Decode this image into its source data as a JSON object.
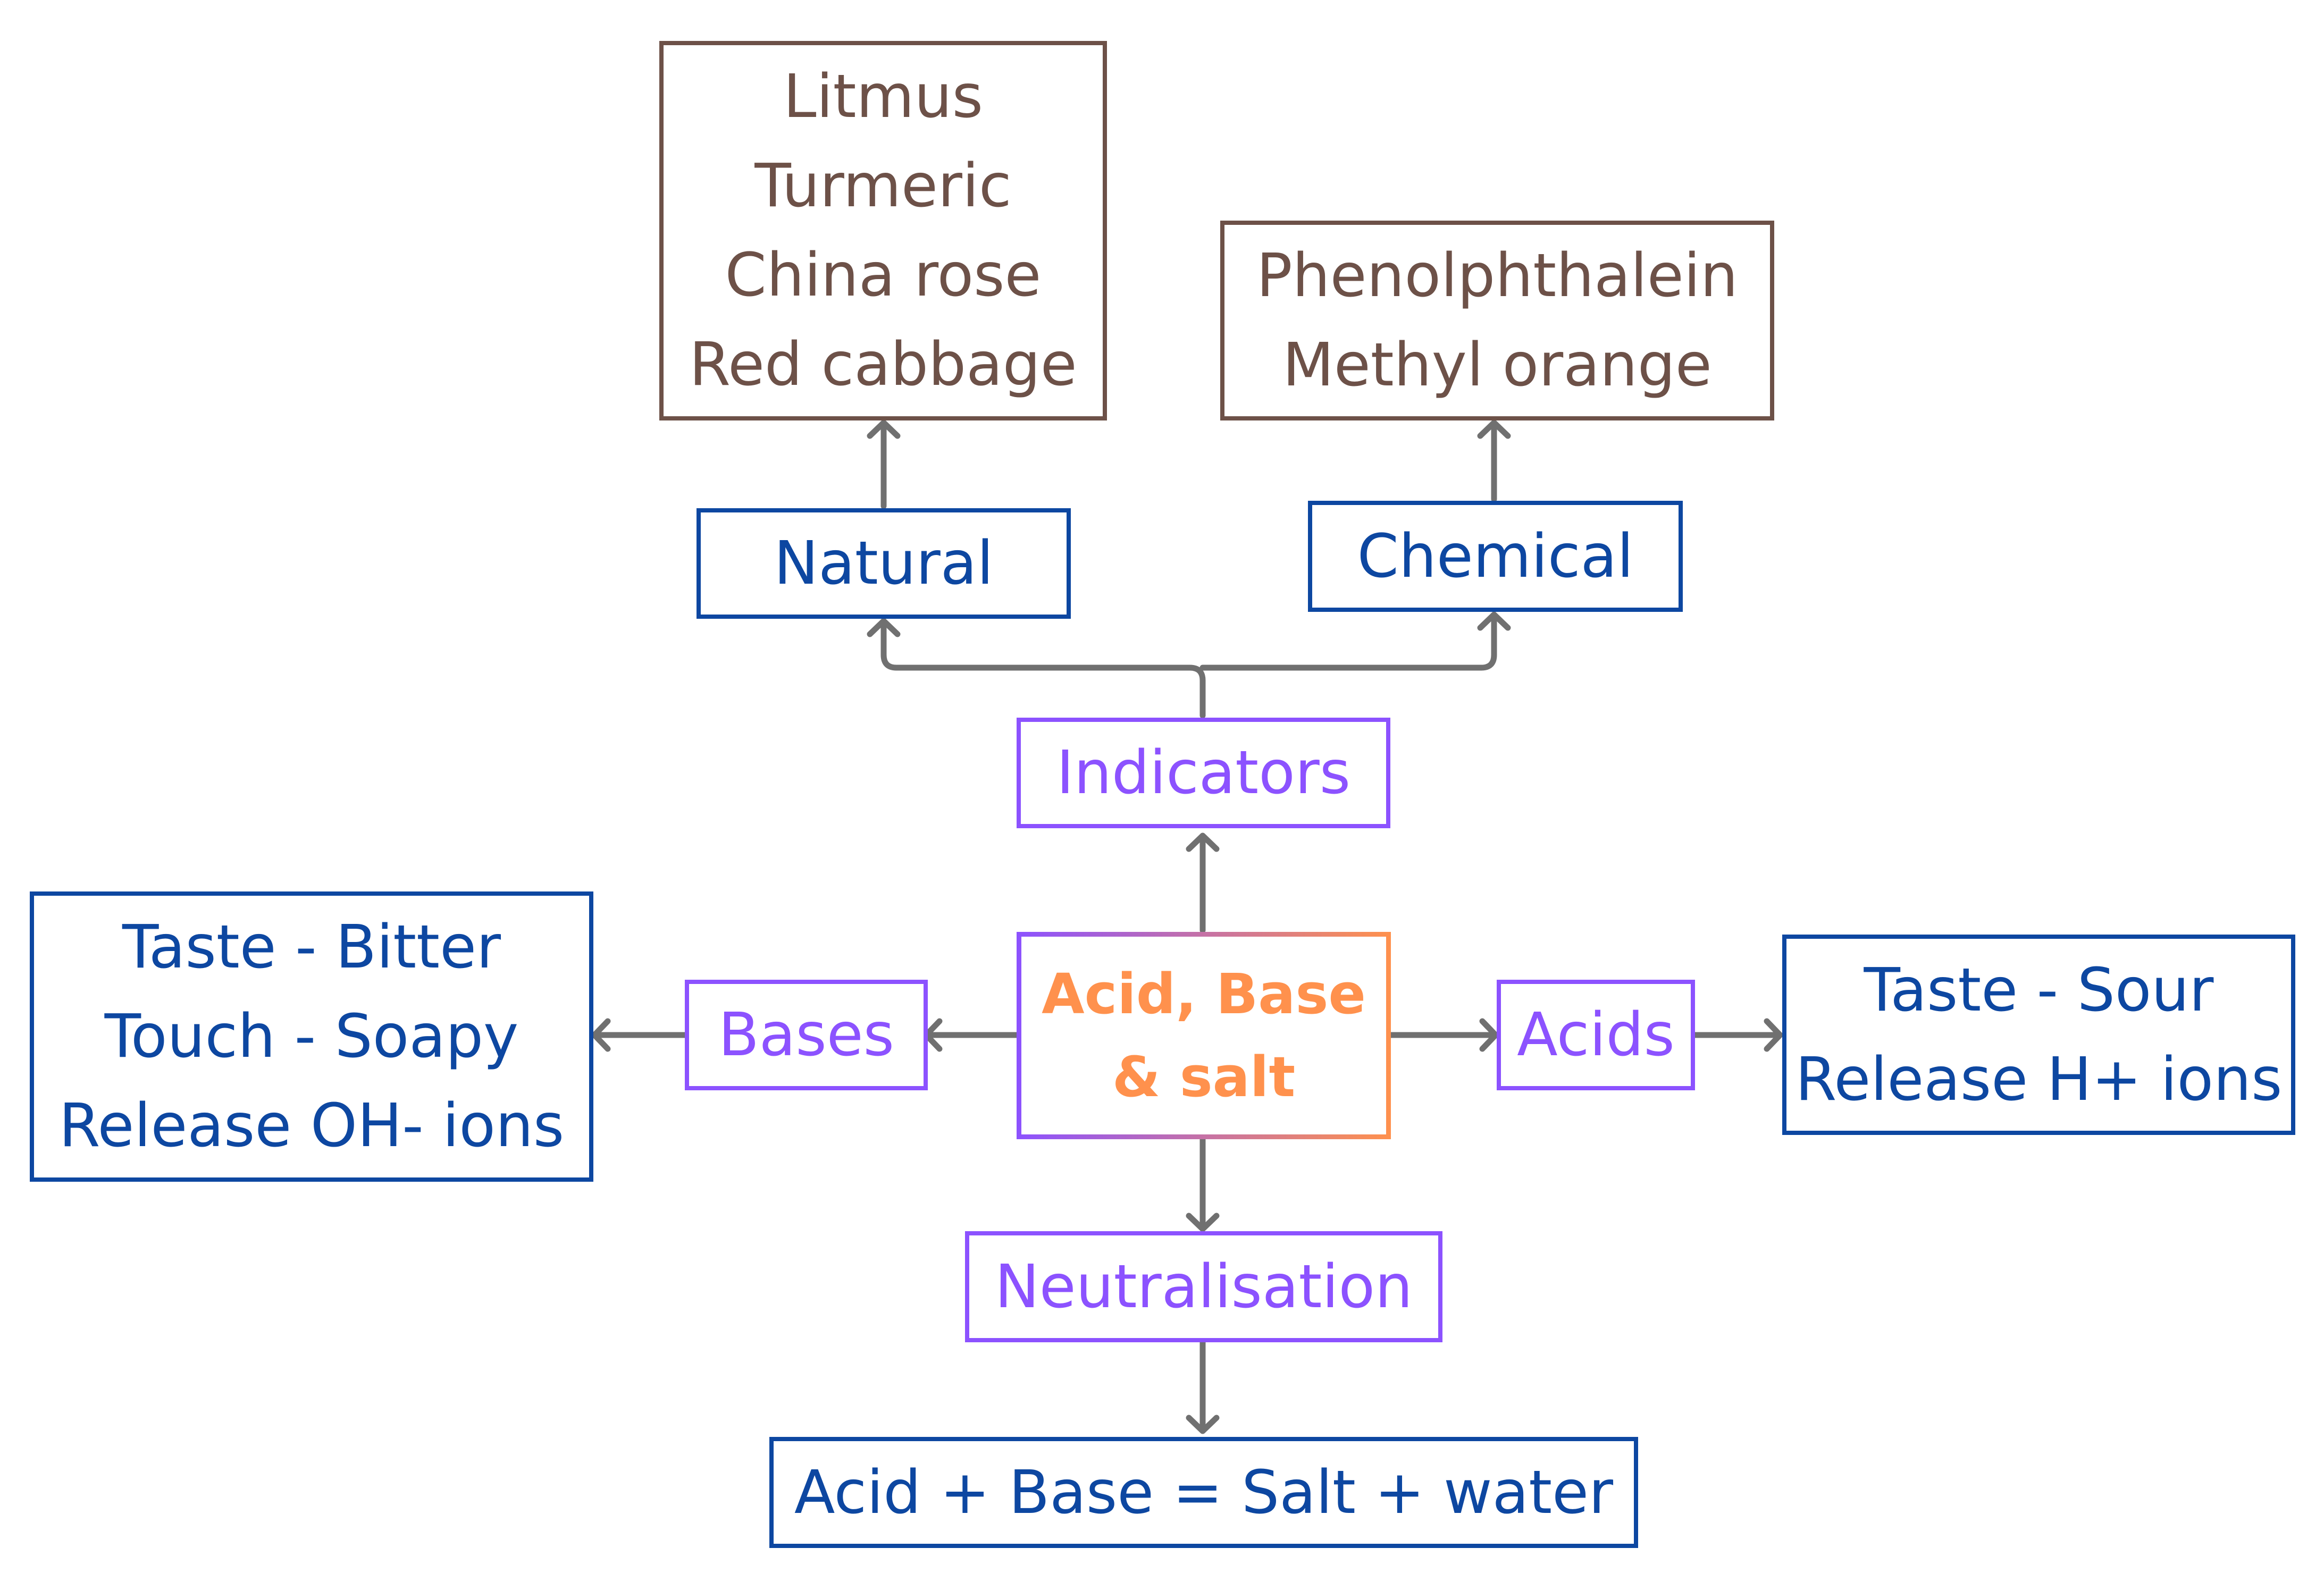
{
  "colors": {
    "connector": "#707070",
    "category": "#8c52ff",
    "detail": "#0d47a1",
    "examples": "#6d5148",
    "center_from": "#8c52ff",
    "center_to": "#ff914d"
  },
  "center": {
    "lines": [
      "Acid, Base",
      "& salt"
    ]
  },
  "indicators": {
    "label": "Indicators"
  },
  "natural": {
    "label": "Natural",
    "examples": [
      "Litmus",
      "Turmeric",
      "China rose",
      "Red cabbage"
    ]
  },
  "chemical": {
    "label": "Chemical",
    "examples": [
      "Phenolphthalein",
      "Methyl orange"
    ]
  },
  "bases": {
    "label": "Bases",
    "properties": [
      "Taste - Bitter",
      "Touch - Soapy",
      "Release OH- ions"
    ]
  },
  "acids": {
    "label": "Acids",
    "properties": [
      "Taste - Sour",
      "Release H+ ions"
    ]
  },
  "neutralisation": {
    "label": "Neutralisation",
    "equation": "Acid + Base = Salt + water"
  }
}
